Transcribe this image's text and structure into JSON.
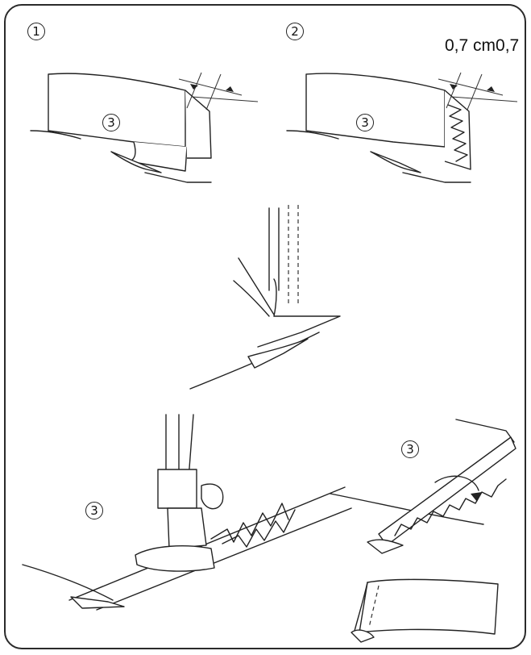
{
  "steps": {
    "step1": "1",
    "step2": "2"
  },
  "measurement": "0,7 cm0,7",
  "part_labels": {
    "fig1": "3",
    "fig2": "3",
    "fig4": "3",
    "fig5": "3"
  }
}
